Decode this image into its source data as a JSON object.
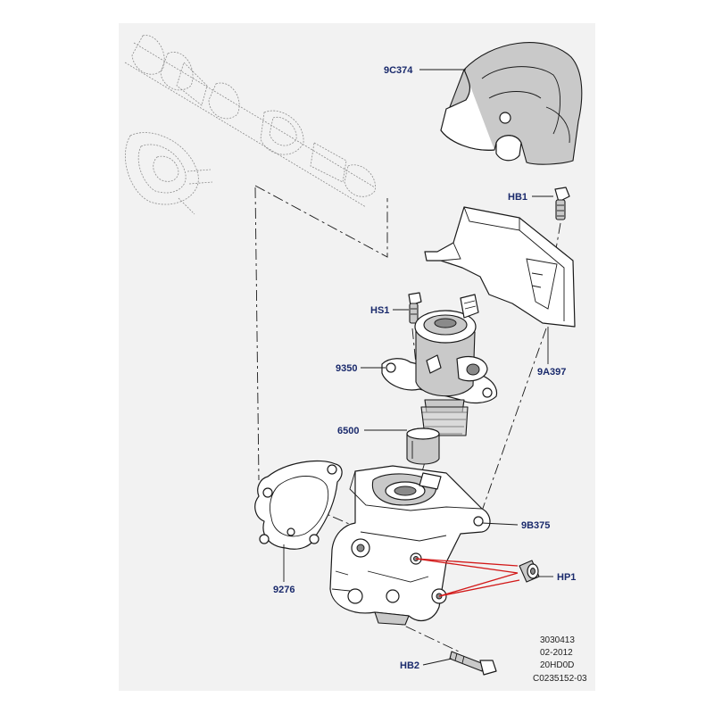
{
  "callouts": [
    {
      "id": "9C374",
      "label": "9C374"
    },
    {
      "id": "HB1",
      "label": "HB1"
    },
    {
      "id": "HS1",
      "label": "HS1"
    },
    {
      "id": "9350",
      "label": "9350"
    },
    {
      "id": "9A397",
      "label": "9A397"
    },
    {
      "id": "6500",
      "label": "6500"
    },
    {
      "id": "9B375",
      "label": "9B375"
    },
    {
      "id": "HP1",
      "label": "HP1"
    },
    {
      "id": "9276",
      "label": "9276"
    },
    {
      "id": "HB2",
      "label": "HB2"
    }
  ],
  "stamp": {
    "line1": "3030413",
    "line2": "02-2012",
    "line3": "20HD0D",
    "line4": "C0235152-03"
  },
  "colors": {
    "label": "#1a2a6c",
    "leader": "#1a1a1a",
    "highlight": "#d21818",
    "panel": "#f2f2f2"
  }
}
